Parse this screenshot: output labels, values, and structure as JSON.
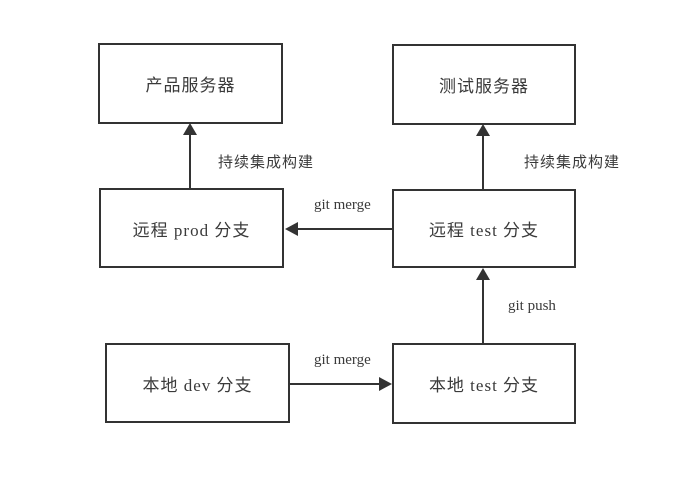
{
  "diagram": {
    "background_color": "#ffffff",
    "line_color": "#333333",
    "text_color": "#3a3a3a",
    "nodes": [
      {
        "id": "product-server",
        "label": "产品服务器"
      },
      {
        "id": "test-server",
        "label": "测试服务器"
      },
      {
        "id": "remote-prod-branch",
        "label": "远程 prod 分支"
      },
      {
        "id": "remote-test-branch",
        "label": "远程 test 分支"
      },
      {
        "id": "local-dev-branch",
        "label": "本地 dev 分支"
      },
      {
        "id": "local-test-branch",
        "label": "本地 test 分支"
      }
    ],
    "edges": [
      {
        "from": "remote-prod-branch",
        "to": "product-server",
        "label": "持续集成构建"
      },
      {
        "from": "remote-test-branch",
        "to": "test-server",
        "label": "持续集成构建"
      },
      {
        "from": "remote-test-branch",
        "to": "remote-prod-branch",
        "label": "git merge"
      },
      {
        "from": "local-test-branch",
        "to": "remote-test-branch",
        "label": "git push"
      },
      {
        "from": "local-dev-branch",
        "to": "local-test-branch",
        "label": "git merge"
      }
    ]
  }
}
